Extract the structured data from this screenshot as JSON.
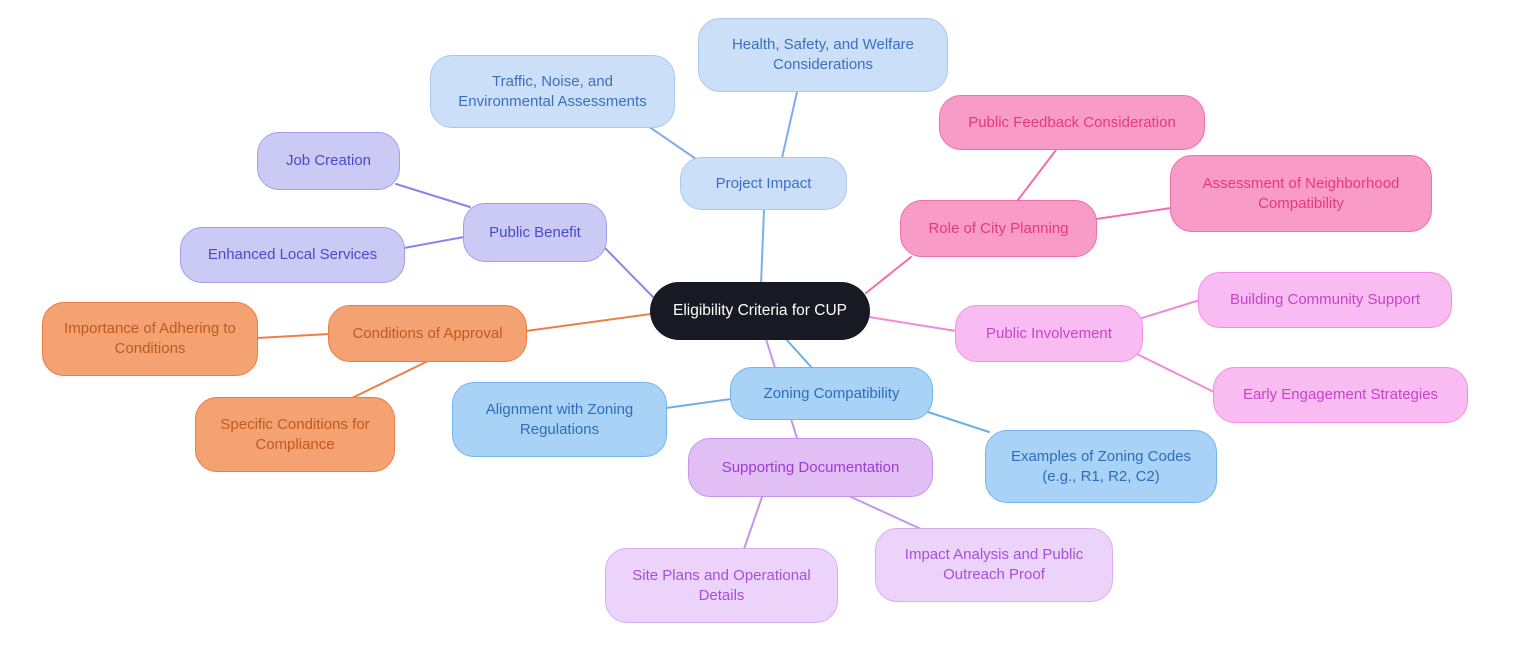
{
  "diagram": {
    "type": "mindmap",
    "central": {
      "label": "Eligibility Criteria for CUP"
    }
  },
  "branches": [
    {
      "label": "Project Impact",
      "color_family": "pale-blue",
      "children": [
        {
          "label": "Health, Safety, and Welfare Considerations"
        },
        {
          "label": "Traffic, Noise, and Environmental Assessments"
        }
      ]
    },
    {
      "label": "Public Benefit",
      "color_family": "lavender",
      "children": [
        {
          "label": "Job Creation"
        },
        {
          "label": "Enhanced Local Services"
        }
      ]
    },
    {
      "label": "Role of City Planning",
      "color_family": "hot-pink",
      "children": [
        {
          "label": "Public Feedback Consideration"
        },
        {
          "label": "Assessment of Neighborhood Compatibility"
        }
      ]
    },
    {
      "label": "Public Involvement",
      "color_family": "orchid",
      "children": [
        {
          "label": "Building Community Support"
        },
        {
          "label": "Early Engagement Strategies"
        }
      ]
    },
    {
      "label": "Conditions of Approval",
      "color_family": "orange",
      "children": [
        {
          "label": "Importance of Adhering to Conditions"
        },
        {
          "label": "Specific Conditions for Compliance"
        }
      ]
    },
    {
      "label": "Zoning Compatibility",
      "color_family": "sky-blue",
      "children": [
        {
          "label": "Alignment with Zoning Regulations"
        },
        {
          "label": "Examples of Zoning Codes (e.g., R1, R2, C2)"
        }
      ]
    },
    {
      "label": "Supporting Documentation",
      "color_family": "lilac",
      "children": [
        {
          "label": "Site Plans and Operational Details"
        },
        {
          "label": "Impact Analysis and Public Outreach Proof"
        }
      ]
    }
  ],
  "colors": {
    "central_fill": "#181a23",
    "central_text": "#ffffff",
    "pale_blue": {
      "fill": "#cbdff9",
      "border": "#a9c8f1",
      "text": "#3c6fc0",
      "edge": "#7fade9"
    },
    "lavender": {
      "fill": "#cacaf5",
      "border": "#a09eec",
      "text": "#4a4bc8",
      "edge": "#8886e6"
    },
    "hot_pink": {
      "fill": "#f89bc6",
      "border": "#f06ea9",
      "text": "#e73980",
      "edge": "#f06ea9"
    },
    "orchid": {
      "fill": "#f8bcf2",
      "border": "#f08ee4",
      "text": "#c645c6",
      "edge": "#ee8ade"
    },
    "orange": {
      "fill": "#f4a272",
      "border": "#ee7c40",
      "text": "#c05a1e",
      "edge": "#ec7e46"
    },
    "sky_blue": {
      "fill": "#a8d3f6",
      "border": "#74b4ea",
      "text": "#2f6db6",
      "edge": "#6cafe6"
    },
    "lilac": {
      "fill": "#e1bff5",
      "border": "#c893ea",
      "text": "#9d3bd6",
      "edge": "#c495e8"
    },
    "lilac_light": {
      "fill": "#ebd3f9",
      "border": "#d9aef0",
      "text": "#a551da"
    }
  }
}
